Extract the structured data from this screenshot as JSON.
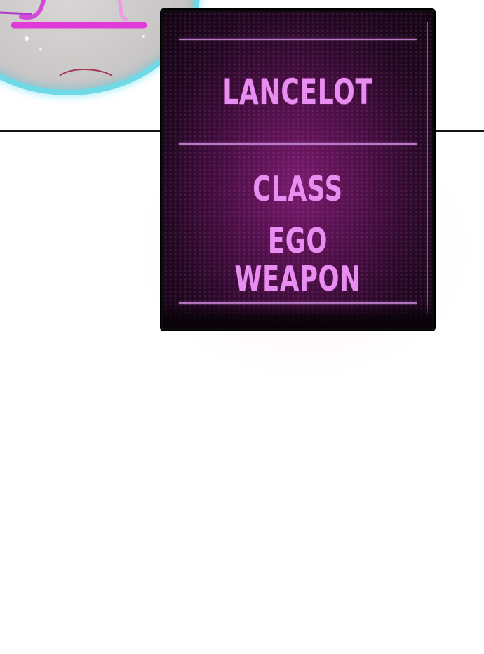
{
  "panel": {
    "title": "LANCELOT",
    "lines": [
      "CLASS",
      "EGO WEAPON"
    ]
  },
  "colors": {
    "text": "#e88ef0",
    "rule": "#b978c8",
    "box_center": "#7a1a6e",
    "box_edge": "#120512",
    "orb_rim": "#6fd9e6",
    "orb_art": "#e23ad8"
  }
}
